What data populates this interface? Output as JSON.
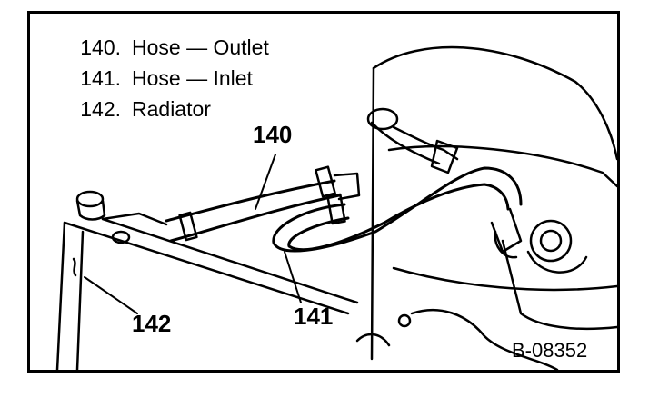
{
  "legend": [
    {
      "number": "140.",
      "label": "Hose — Outlet"
    },
    {
      "number": "141.",
      "label": "Hose — Inlet"
    },
    {
      "number": "142.",
      "label": "Radiator"
    }
  ],
  "callouts": {
    "outlet": "140",
    "inlet": "141",
    "radiator": "142"
  },
  "figure_id": "B-08352"
}
